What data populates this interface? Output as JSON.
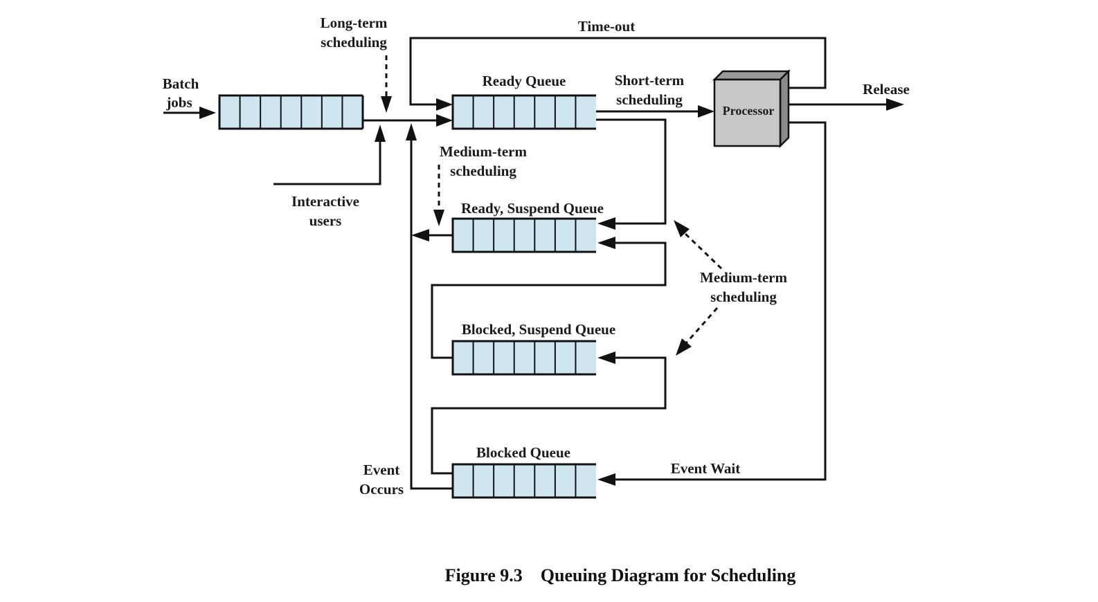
{
  "figure": {
    "caption": "Figure 9.3    Queuing Diagram for Scheduling"
  },
  "queues": {
    "batch": {
      "label": "",
      "cells": 7
    },
    "ready": {
      "label": "Ready Queue",
      "cells": 7
    },
    "ready_suspend": {
      "label": "Ready, Suspend Queue",
      "cells": 7
    },
    "blocked_suspend": {
      "label": "Blocked, Suspend Queue",
      "cells": 7
    },
    "blocked": {
      "label": "Blocked Queue",
      "cells": 7
    }
  },
  "processor": {
    "label": "Processor"
  },
  "labels": {
    "batch_jobs_1": "Batch",
    "batch_jobs_2": "jobs",
    "long_term_1": "Long-term",
    "long_term_2": "scheduling",
    "time_out": "Time-out",
    "short_term_1": "Short-term",
    "short_term_2": "scheduling",
    "release": "Release",
    "medium_term_left_1": "Medium-term",
    "medium_term_left_2": "scheduling",
    "interactive_1": "Interactive",
    "interactive_2": "users",
    "medium_term_right_1": "Medium-term",
    "medium_term_right_2": "scheduling",
    "event_occurs_1": "Event",
    "event_occurs_2": "Occurs",
    "event_wait": "Event Wait"
  },
  "colors": {
    "queue_fill": "#cfe6f1",
    "processor_front": "#c8c8c8",
    "processor_top": "#9a9a9a",
    "processor_side": "#8a8a8a",
    "line": "#111111"
  }
}
